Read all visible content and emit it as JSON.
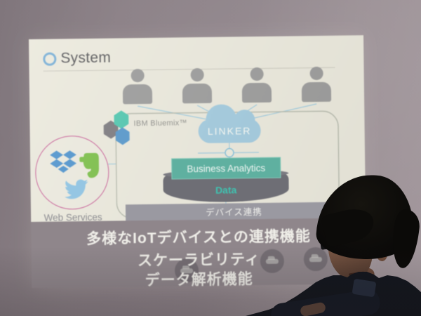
{
  "scene": {
    "type": "photo of a projected presentation slide with a presenter",
    "presenter": "man with glasses and dark shirt, head bowed, lower right"
  },
  "slide": {
    "brand": {
      "name": "System",
      "icon": "ring-icon",
      "ring_color": "#78aed6"
    },
    "users": {
      "icon": "user-icon",
      "count": 4,
      "color": "#9c9c9c"
    },
    "bluemix": {
      "label": "IBM Bluemix™",
      "hex_colors": [
        "#7d7b80",
        "#52c7b0",
        "#5798cc"
      ]
    },
    "cloud": {
      "label": "LINKER",
      "color": "#a3cbdf"
    },
    "web_services": {
      "label": "Web Services",
      "border_color": "#c75d96",
      "icons": [
        "dropbox-icon",
        "evernote-icon",
        "twitter-icon"
      ],
      "icon_colors": {
        "dropbox": "#5094ce",
        "evernote": "#7cbf4a",
        "twitter": "#8ec4e4"
      }
    },
    "analytics_box": {
      "label": "Business Analytics",
      "color": "#5fb0a0"
    },
    "data_cylinder": {
      "label": "Data",
      "color": "#6e6e75",
      "text_color": "#3fc2b0"
    },
    "device_bar": {
      "label": "デバイス連携",
      "color": "#9a99a1"
    },
    "feature_lines": [
      "多様なIoTデバイスとの連携機能",
      "スケーラビリティ",
      "データ解析機能"
    ],
    "ghost_icons": {
      "icon": "car-icon",
      "count": 3
    }
  }
}
